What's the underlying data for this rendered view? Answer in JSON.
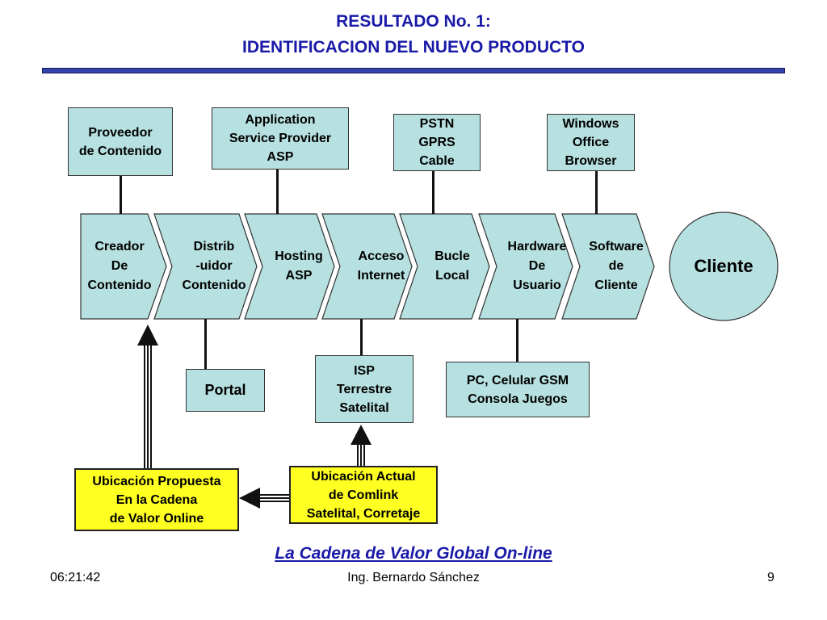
{
  "header": {
    "title_line1": "RESULTADO No. 1:",
    "title_line2": "IDENTIFICACION DEL NUEVO PRODUCTO"
  },
  "chain": [
    {
      "label": "Creador\nDe\nContenido"
    },
    {
      "label": "Distrib\n-uidor\nContenido"
    },
    {
      "label": "Hosting\nASP"
    },
    {
      "label": "Acceso\nInternet"
    },
    {
      "label": "Bucle\nLocal"
    },
    {
      "label": "Hardware\nDe\nUsuario"
    },
    {
      "label": "Software\nde\nCliente"
    }
  ],
  "cliente": "Cliente",
  "top_boxes": {
    "proveedor": "Proveedor\nde Contenido",
    "asp": "Application\nService Provider\nASP",
    "pstn": "PSTN\nGPRS\nCable",
    "windows": "Windows\nOffice\nBrowser"
  },
  "bottom_boxes": {
    "portal": "Portal",
    "isp": "ISP\nTerrestre\nSatelital",
    "pc": "PC,  Celular GSM\nConsola Juegos"
  },
  "yellow_boxes": {
    "propuesta": "Ubicación Propuesta\nEn la Cadena\nde Valor Online",
    "actual": "Ubicación Actual\nde Comlink\nSatelital, Corretaje"
  },
  "caption": "La Cadena de Valor Global On-line ",
  "footer": {
    "time": "06:21:42",
    "author": "Ing. Bernardo Sánchez",
    "page": "9"
  },
  "colors": {
    "title": "#1a1aa8",
    "box_fill": "#b7e0e0",
    "yellow_fill": "#ffff22"
  }
}
